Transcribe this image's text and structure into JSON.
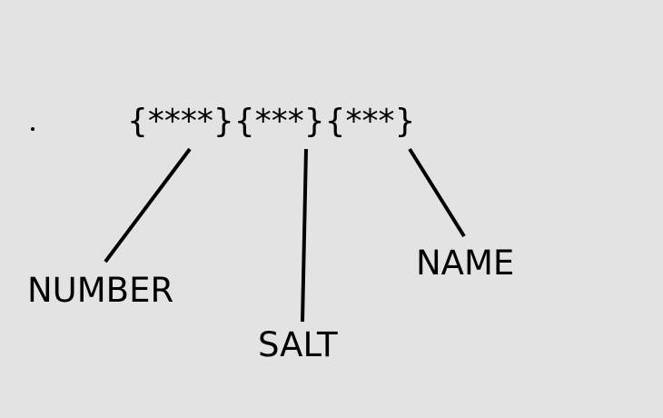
{
  "diagram": {
    "marker": "·",
    "pattern": "{****}{***}{***}",
    "labels": {
      "number": "NUMBER",
      "salt": "SALT",
      "name": "NAME"
    }
  }
}
